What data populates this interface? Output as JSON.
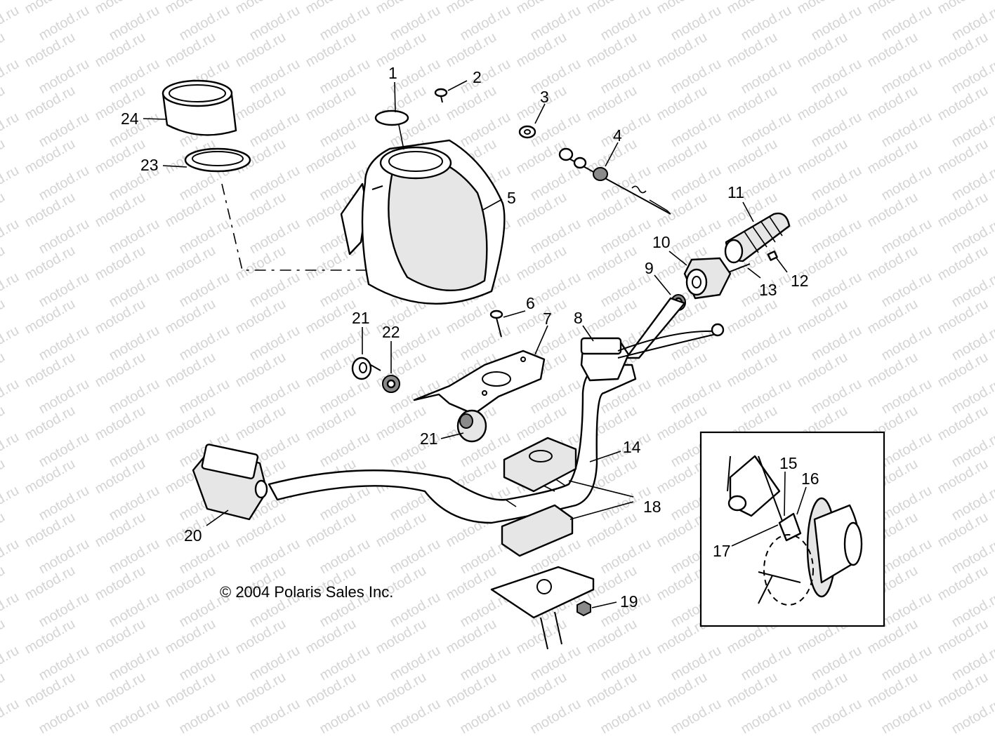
{
  "watermark": {
    "text": "motod.ru"
  },
  "copyright": "© 2004 Polaris Sales Inc.",
  "callouts": [
    "1",
    "2",
    "3",
    "4",
    "5",
    "6",
    "7",
    "8",
    "9",
    "10",
    "11",
    "12",
    "13",
    "14",
    "15",
    "16",
    "17",
    "18",
    "19",
    "20",
    "21",
    "21",
    "22",
    "23",
    "24"
  ]
}
